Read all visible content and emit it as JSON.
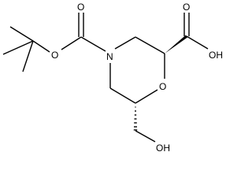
{
  "structure": {
    "atoms": {
      "ester_o_carbonyl": "O",
      "ester_o": "O",
      "ring_n": "N",
      "acid_o_carbonyl": "O",
      "acid_oh": "OH",
      "ring_o": "O",
      "hydroxyl": "OH"
    }
  }
}
